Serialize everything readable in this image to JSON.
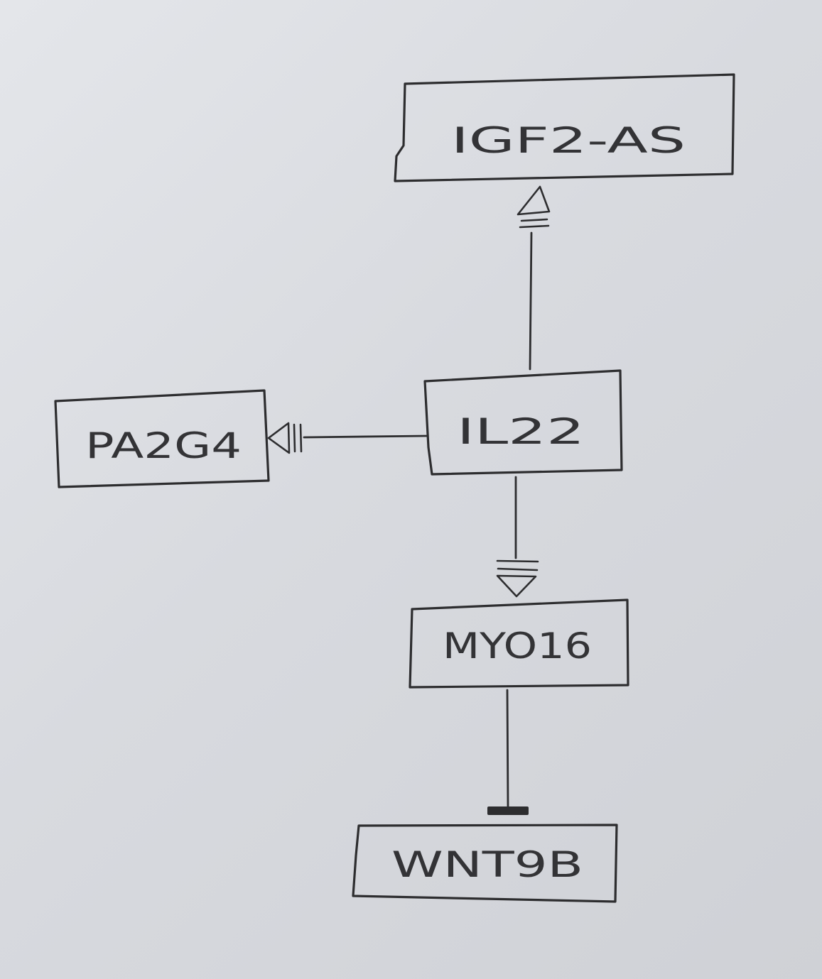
{
  "nodes": {
    "igf2_as": {
      "label": "IGF2-AS"
    },
    "il22": {
      "label": "IL22"
    },
    "pa2g4": {
      "label": "PA2G4"
    },
    "myo16": {
      "label": "MYO16"
    },
    "wnt9b": {
      "label": "WNT9B"
    }
  },
  "edges": [
    {
      "from": "IL22",
      "to": "IGF2-AS",
      "marker": "hollow-arrow-with-bar"
    },
    {
      "from": "IL22",
      "to": "PA2G4",
      "marker": "hollow-arrow-with-bar"
    },
    {
      "from": "IL22",
      "to": "MYO16",
      "marker": "hollow-arrow-with-bar"
    },
    {
      "from": "MYO16",
      "to": "WNT9B",
      "marker": "filled-bar"
    }
  ]
}
